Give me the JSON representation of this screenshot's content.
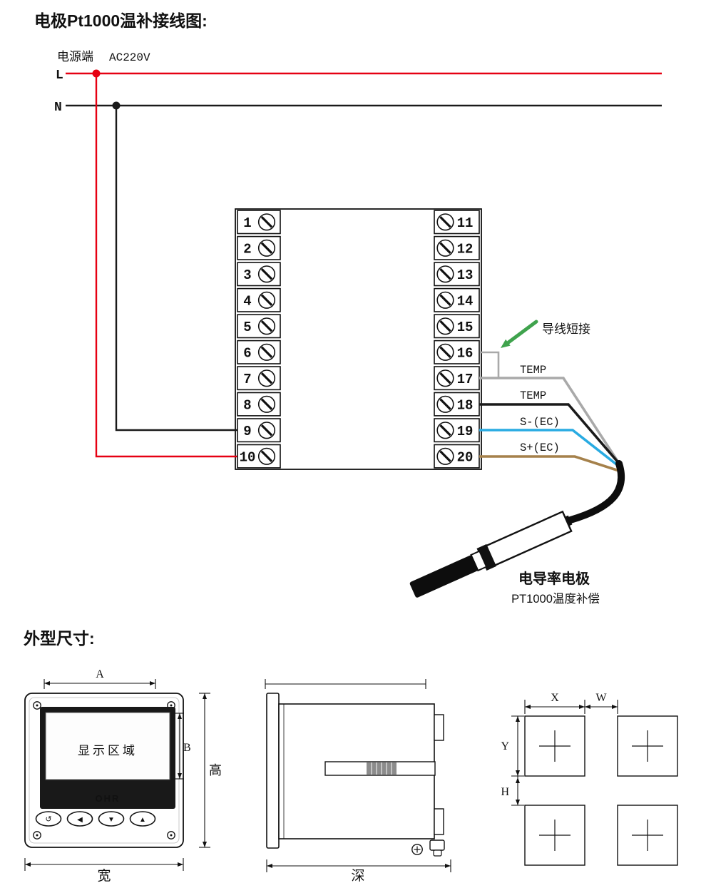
{
  "wiring": {
    "title": "电极Pt1000温补接线图:",
    "power_label": "电源端",
    "power_voltage": "AC220V",
    "line_l_label": "L",
    "line_n_label": "N",
    "terminals_left": [
      "1",
      "2",
      "3",
      "4",
      "5",
      "6",
      "7",
      "8",
      "9",
      "10"
    ],
    "terminals_right": [
      "11",
      "12",
      "13",
      "14",
      "15",
      "16",
      "17",
      "18",
      "19",
      "20"
    ],
    "short_jumper_label": "导线短接",
    "wire_labels": [
      "TEMP",
      "TEMP",
      "S-(EC)",
      "S+(EC)"
    ],
    "electrode_name": "电导率电极",
    "electrode_subtitle": "PT1000温度补偿",
    "colors": {
      "live_wire": "#e60012",
      "neutral_wire": "#1a1a1a",
      "temp_wire_1": "#a9a9a9",
      "temp_wire_2": "#1a1a1a",
      "s_minus_wire": "#29abe2",
      "s_plus_wire": "#a5814b",
      "jumper_bracket": "#a9a9a9",
      "arrow_green": "#3fa34d"
    }
  },
  "dimensions": {
    "title": "外型尺寸:",
    "front": {
      "display_label": "显示区域",
      "brand": "OHR",
      "buttons": [
        "↺",
        "◀",
        "▼",
        "▲"
      ],
      "dim_a": "A",
      "dim_b": "B",
      "dim_height": "高",
      "dim_width": "宽"
    },
    "side": {
      "dim_depth": "深"
    },
    "cutout": {
      "dim_x": "X",
      "dim_w": "W",
      "dim_y": "Y",
      "dim_h": "H"
    }
  }
}
